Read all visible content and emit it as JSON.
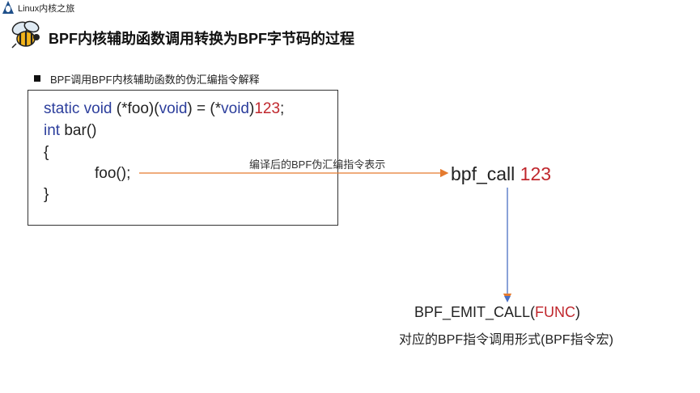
{
  "brand": {
    "text": "Linux内核之旅"
  },
  "slide": {
    "title": "BPF内核辅助函数调用转换为BPF字节码的过程",
    "subtitle": "BPF调用BPF内核辅助函数的伪汇编指令解释"
  },
  "code": {
    "line1": {
      "kw1": "static void",
      "p1": " (*foo)(",
      "kw2": "void",
      "p2": ") = (*",
      "kw3": "void",
      "p3": ")",
      "num": "123",
      "p4": ";"
    },
    "line2": {
      "kw": "int",
      "rest": " bar()"
    },
    "line3": "{",
    "line4": "foo();",
    "line5": "}"
  },
  "arrow_label": "编译后的BPF伪汇编指令表示",
  "bpf_call": {
    "name": "bpf_call",
    "num": "123"
  },
  "emit": {
    "prefix": "BPF_EMIT_CALL(",
    "func": "FUNC",
    "suffix": ")"
  },
  "emit_desc": "对应的BPF指令调用形式(BPF指令宏)",
  "colors": {
    "keyword": "#2c3e9c",
    "number": "#c0272d",
    "h_arrow": "#e57b2f",
    "v_arrow": "#4a6fc4"
  }
}
